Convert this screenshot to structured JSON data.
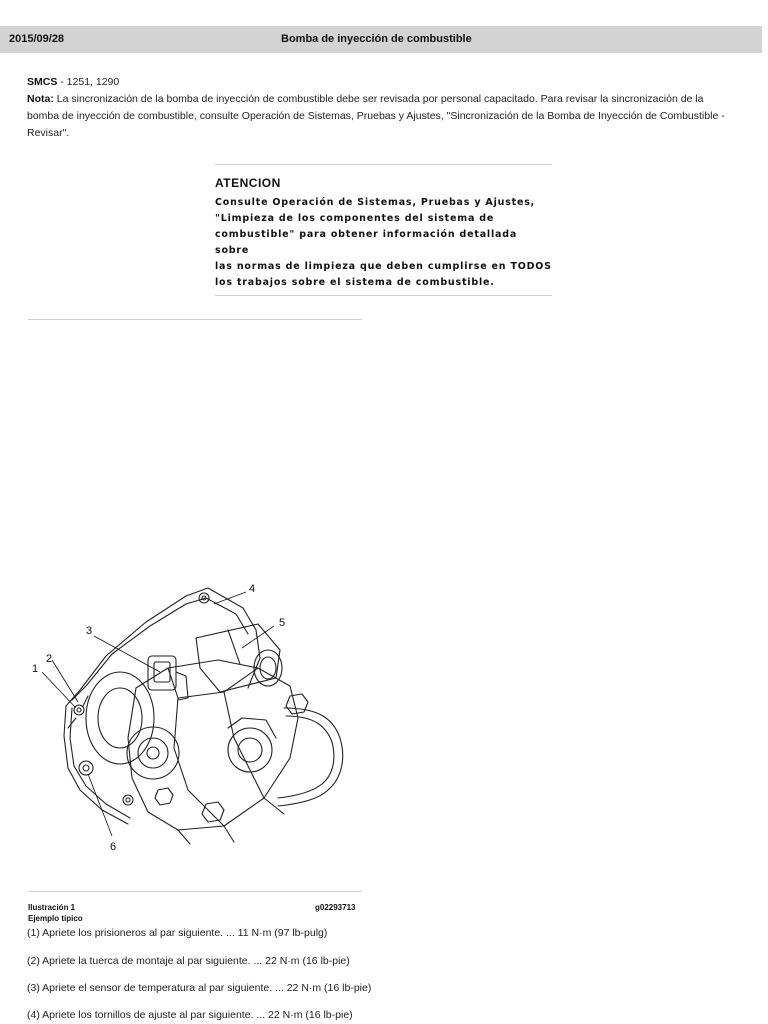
{
  "header": {
    "date": "2015/09/28",
    "title": "Bomba de inyección de combustible"
  },
  "intro": {
    "smcs_label": "SMCS",
    "smcs_value": " - 1251, 1290",
    "note_label": "Nota:",
    "note_text": " La sincronización de la bomba de inyección de combustible debe ser revisada por personal capacitado. Para revisar la sincronización de la bomba de inyección de combustible, consulte Operación de Sistemas, Pruebas y Ajustes, \"Sincronización de la Bomba de Inyección de Combustible - Revisar\"."
  },
  "warning": {
    "title": "ATENCION",
    "lines": [
      "Consulte Operación de Sistemas, Pruebas y Ajustes,",
      "\"Limpieza de los componentes del sistema de",
      "combustible\" para obtener información detallada sobre",
      "las normas de limpieza que deben cumplirse en TODOS",
      "los trabajos sobre el sistema de combustible."
    ]
  },
  "figure": {
    "callouts": [
      "1",
      "2",
      "3",
      "4",
      "5",
      "6"
    ],
    "caption_label": "Ilustración 1",
    "caption_id": "g02293713",
    "caption_sub": "Ejemplo típico"
  },
  "steps": [
    "(1) Apriete los prisioneros al par siguiente. ... 11 N·m (97 lb-pulg)",
    "(2) Apriete la tuerca de montaje al par siguiente. ... 22 N·m (16 lb-pie)",
    "(3) Apriete el sensor de temperatura al par siguiente. ... 22 N·m (16 lb-pie)",
    "(4) Apriete los tornillos de ajuste al par siguiente. ... 22 N·m (16 lb-pie)"
  ]
}
